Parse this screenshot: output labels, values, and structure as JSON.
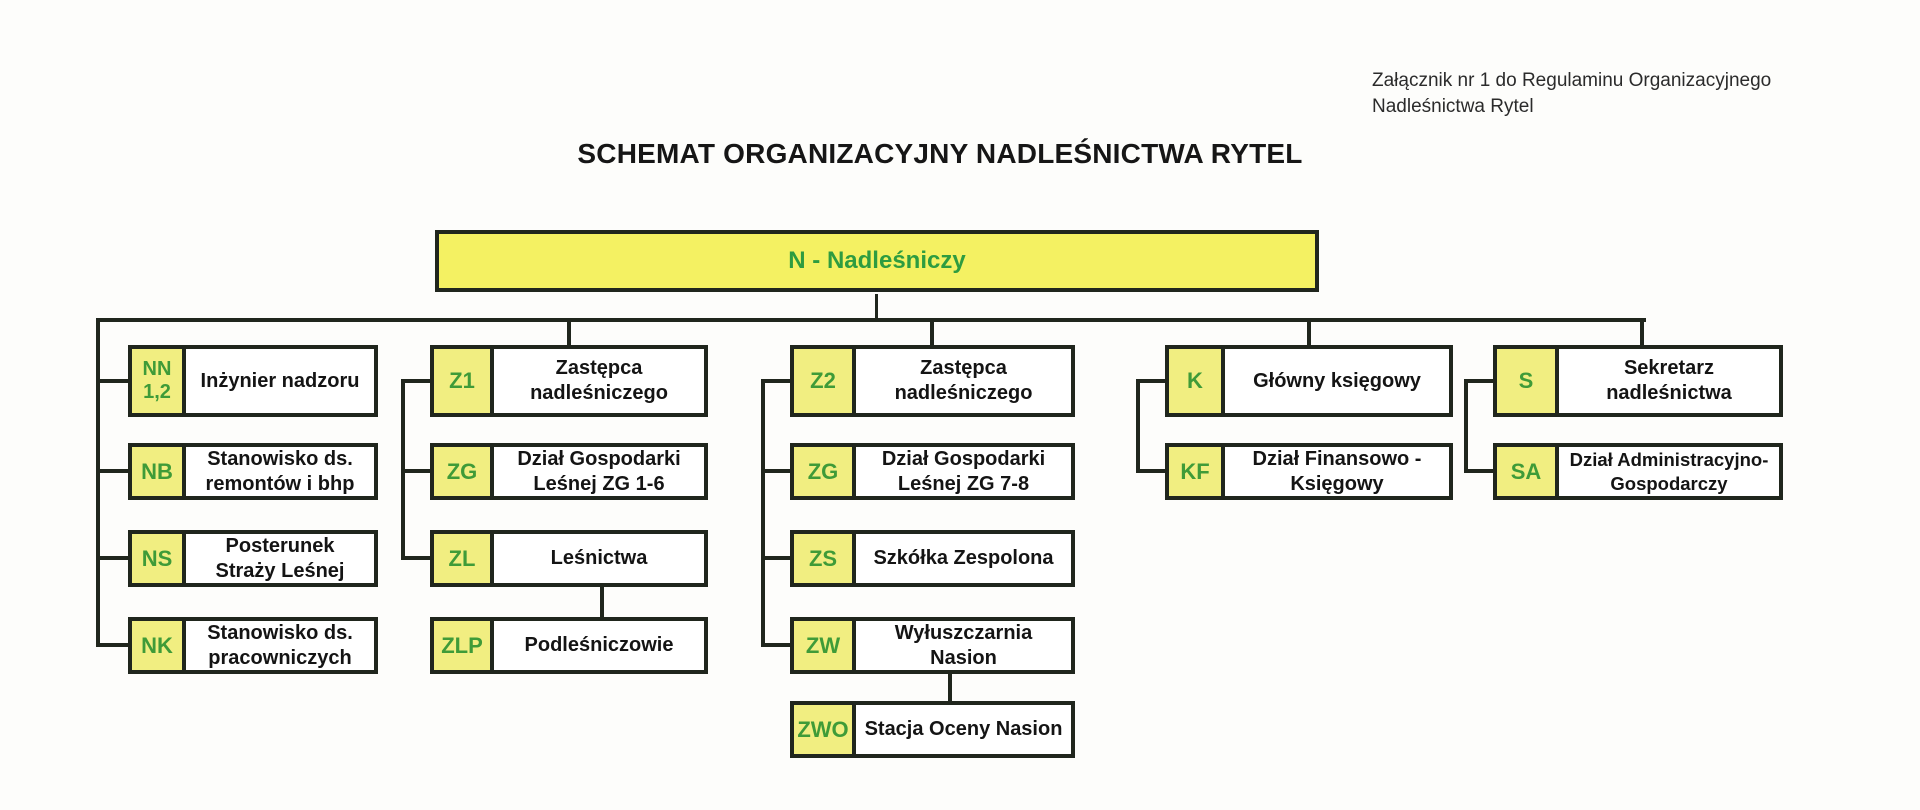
{
  "attachment_note": {
    "line1": "Załącznik nr 1 do Regulaminu Organizacyjnego",
    "line2": "Nadleśnictwa Rytel"
  },
  "title": "SCHEMAT ORGANIZACYJNY NADLEŚNICTWA RYTEL",
  "root": {
    "label": "N - Nadleśniczy"
  },
  "colors": {
    "line": "#20261d",
    "box_yellow": "#f1ee81",
    "root_yellow": "#f4f162",
    "code_green": "#3f9b38",
    "root_green": "#2e9c40"
  },
  "columns": [
    {
      "name": "inzynier-nadzoru-branch",
      "boxes": [
        {
          "code": "NN\n1,2",
          "label": "Inżynier nadzoru"
        },
        {
          "code": "NB",
          "label": "Stanowisko ds.\nremontów i bhp"
        },
        {
          "code": "NS",
          "label": "Posterunek\nStraży Leśnej"
        },
        {
          "code": "NK",
          "label": "Stanowisko ds.\npracowniczych"
        }
      ]
    },
    {
      "name": "zastepca-1-branch",
      "boxes": [
        {
          "code": "Z1",
          "label": "Zastępca\nnadleśniczego"
        },
        {
          "code": "ZG",
          "label": "Dział Gospodarki\nLeśnej ZG 1-6"
        },
        {
          "code": "ZL",
          "label": "Leśnictwa"
        },
        {
          "code": "ZLP",
          "label": "Podleśniczowie"
        }
      ]
    },
    {
      "name": "zastepca-2-branch",
      "boxes": [
        {
          "code": "Z2",
          "label": "Zastępca\nnadleśniczego"
        },
        {
          "code": "ZG",
          "label": "Dział Gospodarki\nLeśnej ZG 7-8"
        },
        {
          "code": "ZS",
          "label": "Szkółka Zespolona"
        },
        {
          "code": "ZW",
          "label": "Wyłuszczarnia\nNasion"
        },
        {
          "code": "ZWO",
          "label": "Stacja Oceny Nasion"
        }
      ]
    },
    {
      "name": "glowny-ksiegowy-branch",
      "boxes": [
        {
          "code": "K",
          "label": "Główny księgowy"
        },
        {
          "code": "KF",
          "label": "Dział Finansowo -\nKsięgowy"
        }
      ]
    },
    {
      "name": "sekretarz-branch",
      "boxes": [
        {
          "code": "S",
          "label": "Sekretarz\nnadleśnictwa"
        },
        {
          "code": "SA",
          "label": "Dział Administracyjno-\nGospodarczy"
        }
      ]
    }
  ]
}
